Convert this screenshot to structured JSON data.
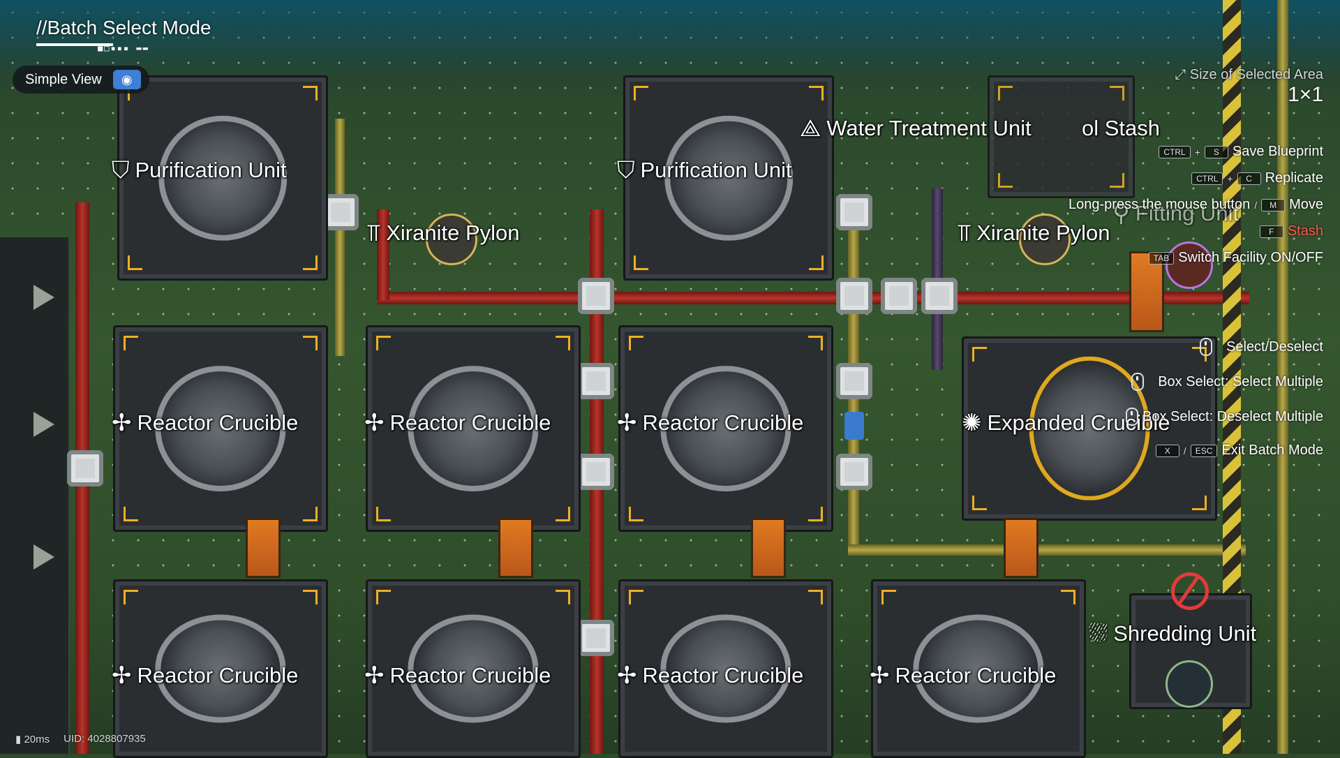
{
  "header": {
    "mode_title": "//Batch Select Mode",
    "simple_view_label": "Simple View"
  },
  "selection": {
    "size_label": "Size of Selected Area",
    "size_value": "1×1"
  },
  "shortcuts": {
    "save_blueprint": {
      "keys": [
        "CTRL",
        "S"
      ],
      "label": "Save Blueprint"
    },
    "replicate": {
      "keys": [
        "CTRL",
        "C"
      ],
      "label": "Replicate"
    },
    "move": {
      "prefix": "Long-press the mouse button",
      "key": "M",
      "label": "Move"
    },
    "stash": {
      "key": "F",
      "label": "Stash"
    },
    "switch_facility": {
      "key": "TAB",
      "label": "Switch Facility ON/OFF"
    },
    "select_deselect": {
      "label": "Select/Deselect"
    },
    "box_select": {
      "label": "Box Select: Select Multiple"
    },
    "box_deselect": {
      "label": "Box Select: Deselect Multiple"
    },
    "exit": {
      "keys": [
        "X",
        "ESC"
      ],
      "label": "Exit Batch Mode"
    }
  },
  "facilities": {
    "purification_1": "Purification Unit",
    "purification_2": "Purification Unit",
    "water_treatment": "Water Treatment Unit",
    "stash_overlay": "ol Stash",
    "xiranite_pylon_1": "Xiranite Pylon",
    "xiranite_pylon_2": "Xiranite Pylon",
    "fitting_unit": "Fitting Unit",
    "reactor_1": "Reactor Crucible",
    "reactor_2": "Reactor Crucible",
    "reactor_3": "Reactor Crucible",
    "expanded_crucible": "Expanded Crucible",
    "reactor_4": "Reactor Crucible",
    "reactor_5": "Reactor Crucible",
    "reactor_6": "Reactor Crucible",
    "reactor_7": "Reactor Crucible",
    "shredding_unit": "Shredding Unit"
  },
  "status": {
    "latency": "20ms",
    "uid": "UID: 4028807935"
  },
  "icons": {
    "purification": "purification-icon",
    "water": "water-treatment-icon",
    "pylon": "pylon-icon",
    "reactor": "reactor-icon",
    "shredding": "shredding-icon"
  }
}
